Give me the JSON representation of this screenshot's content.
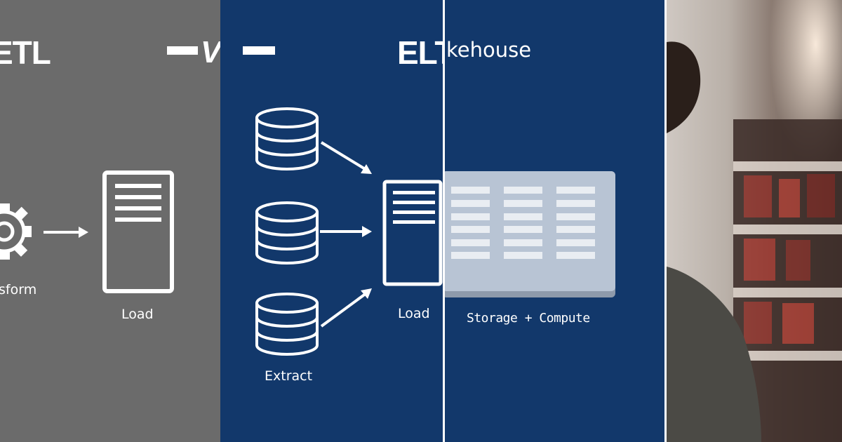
{
  "etl": {
    "title": "ETL",
    "transform_label": "sform",
    "load_label": "Load"
  },
  "vs": {
    "text": "VS"
  },
  "elt": {
    "title": "ELT",
    "extract_label": "Extract",
    "load_label": "Load"
  },
  "lakehouse": {
    "title_fragment": "kehouse",
    "storage_label": "Storage + Compute"
  },
  "colors": {
    "etl_background": "#6b6b6b",
    "elt_background": "#12386b",
    "storage_block": "#b8c4d4",
    "foreground": "#ffffff"
  }
}
